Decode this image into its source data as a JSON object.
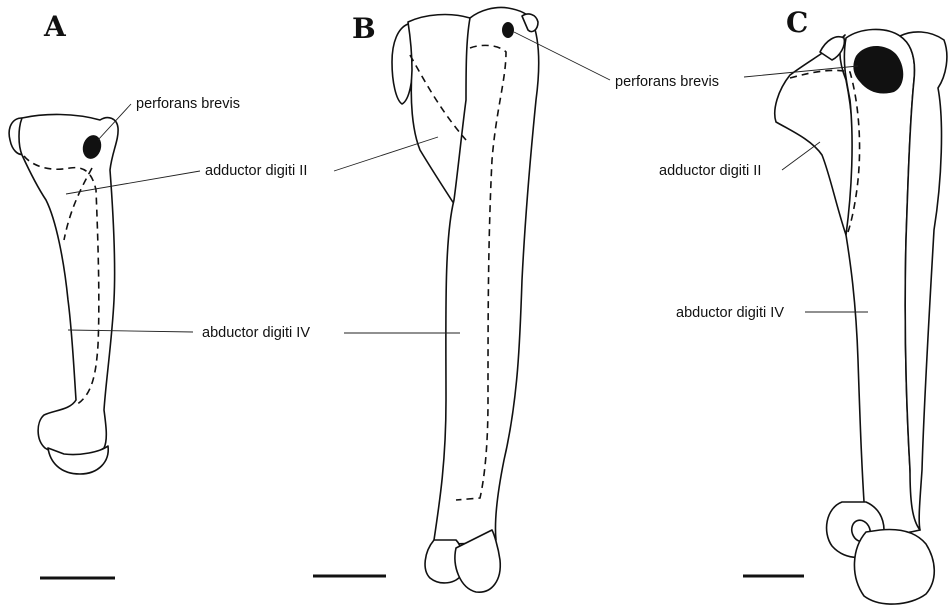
{
  "panels": [
    {
      "letter": "A",
      "labels": {
        "perforans_brevis": "perforans brevis",
        "adductor_digiti_II": "adductor digiti II",
        "abductor_digiti_IV": "abductor digiti IV"
      }
    },
    {
      "letter": "B",
      "labels": {
        "perforans_brevis": "perforans brevis",
        "adductor_digiti_II": "adductor digiti II",
        "abductor_digiti_IV": "abductor digiti IV"
      }
    },
    {
      "letter": "C",
      "labels": {
        "perforans_brevis": "perforans brevis",
        "adductor_digiti_II": "adductor digiti II",
        "abductor_digiti_IV": "abductor digiti IV"
      }
    }
  ]
}
